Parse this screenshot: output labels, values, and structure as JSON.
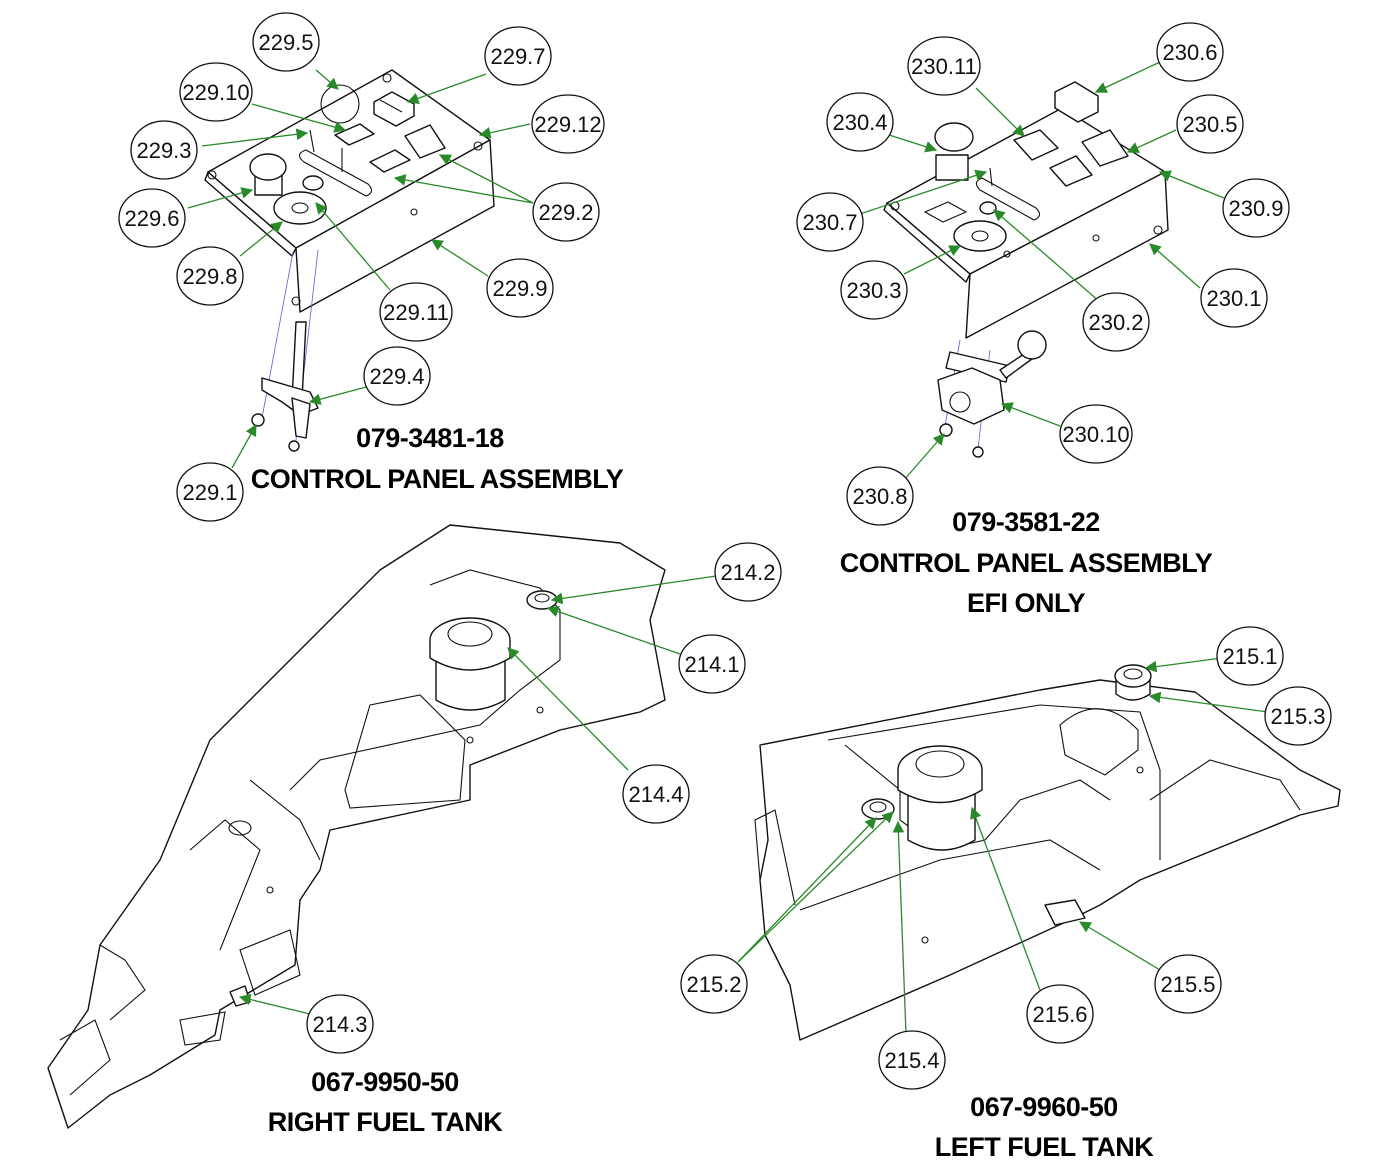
{
  "callouts": [
    "229.5",
    "229.7",
    "229.10",
    "229.12",
    "229.3",
    "229.6",
    "229.2",
    "229.8",
    "229.9",
    "229.11",
    "229.4",
    "229.1",
    "230.11",
    "230.6",
    "230.4",
    "230.5",
    "230.7",
    "230.9",
    "230.3",
    "230.1",
    "230.2",
    "230.10",
    "230.8",
    "214.2",
    "214.1",
    "214.4",
    "214.3",
    "215.1",
    "215.3",
    "215.2",
    "215.5",
    "215.6",
    "215.4"
  ],
  "titles": {
    "control_panel_1": [
      "079-3481-18",
      "CONTROL PANEL ASSEMBLY"
    ],
    "control_panel_2": [
      "079-3581-22",
      "CONTROL PANEL ASSEMBLY",
      "EFI ONLY"
    ],
    "right_tank": [
      "067-9950-50",
      "RIGHT FUEL TANK"
    ],
    "left_tank": [
      "067-9960-50",
      "LEFT FUEL TANK"
    ]
  },
  "colors": {
    "leader": "#2a8a2a",
    "line": "#111111",
    "guide": "#5c5cd6"
  }
}
